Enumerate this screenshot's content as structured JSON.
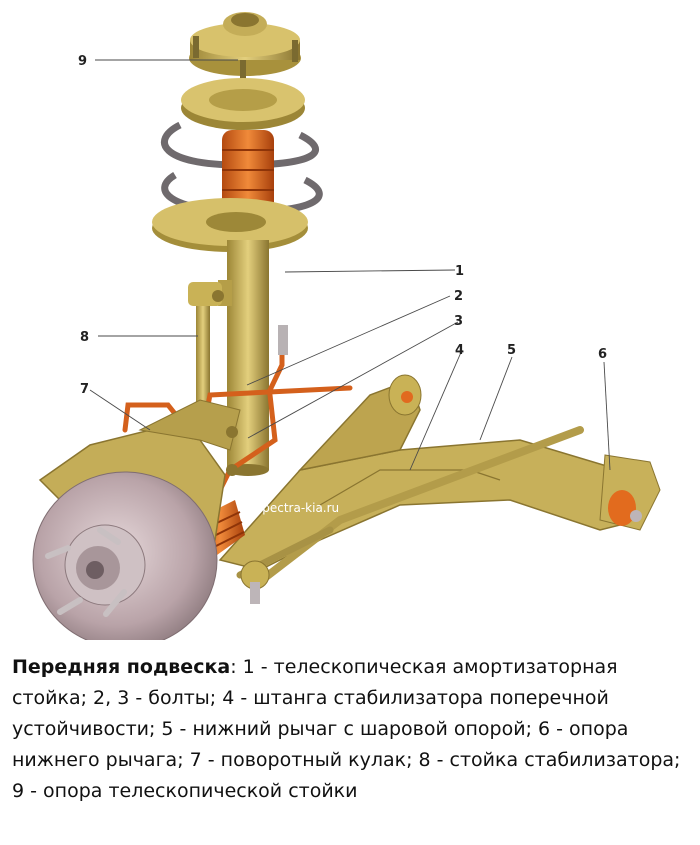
{
  "callouts": {
    "c1": "1",
    "c2": "2",
    "c3": "3",
    "c4": "4",
    "c5": "5",
    "c6": "6",
    "c7": "7",
    "c8": "8",
    "c9": "9"
  },
  "watermark": "spectra-kia.ru",
  "caption": {
    "title": "Передняя подвеска",
    "text": ": 1 - телескопическая амортизаторная стойка; 2, 3 - болты; 4 - штанга стабилизатора поперечной устойчивости; 5 - нижний рычаг с шаровой опорой; 6 - опора нижнего рычага; 7 - поворотный кулак; 8 - стойка стабилизатора; 9 - опора телескопической стойки"
  },
  "colors": {
    "metal": "#c9b256",
    "metal_dark": "#8f7a2e",
    "boot_orange": "#e2691c",
    "disc": "#b9a3a8"
  }
}
